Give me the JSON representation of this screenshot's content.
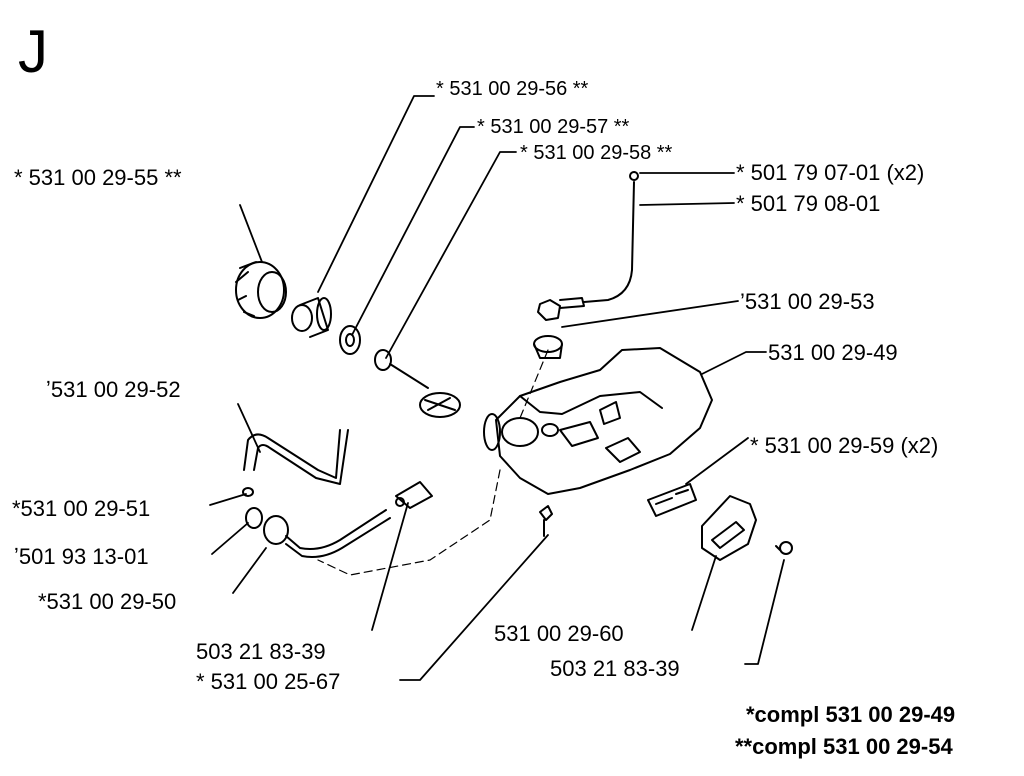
{
  "section": "J",
  "labels": {
    "p56": "* 531 00 29-56 **",
    "p57": "* 531 00 29-57 **",
    "p58": "* 531 00 29-58 **",
    "p55": "* 531 00 29-55 **",
    "p0701": "* 501 79 07-01 (x2)",
    "p0801": "* 501 79 08-01",
    "p53": "’531 00 29-53",
    "p49": "531 00 29-49",
    "p52": "ʼ531 00 29-52",
    "p59": "* 531 00 29-59 (x2)",
    "p51": "*531 00 29-51",
    "p1301": "ʼ501 93 13-01",
    "p50": "*531 00 29-50",
    "p8339a": "503 21 83-39",
    "p2567": "* 531 00 25-67",
    "p60": "531 00 29-60",
    "p8339b": "503 21 83-39"
  },
  "notes": {
    "compl1": "*compl 531 00 29-49",
    "compl2": "**compl 531 00 29-54"
  }
}
